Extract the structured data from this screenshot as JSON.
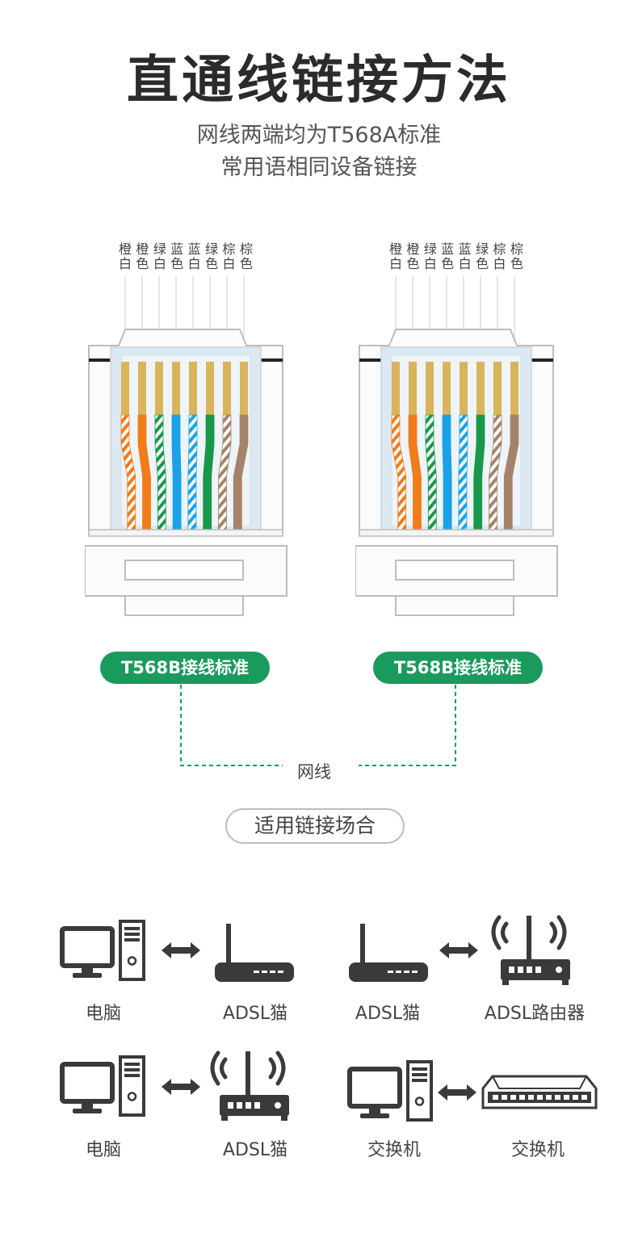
{
  "title": "直通线链接方法",
  "subtitle_lines": [
    "网线两端均为T568A标准",
    "常用语相同设备链接"
  ],
  "connectors": [
    {
      "wire_labels": [
        {
          "top": "橙",
          "bottom": "白"
        },
        {
          "top": "橙",
          "bottom": "色"
        },
        {
          "top": "绿",
          "bottom": "白"
        },
        {
          "top": "蓝",
          "bottom": "色"
        },
        {
          "top": "蓝",
          "bottom": "白"
        },
        {
          "top": "绿",
          "bottom": "色"
        },
        {
          "top": "棕",
          "bottom": "白"
        },
        {
          "top": "棕",
          "bottom": "色"
        }
      ],
      "badge": "T568B接线标准"
    },
    {
      "wire_labels": [
        {
          "top": "橙",
          "bottom": "白"
        },
        {
          "top": "橙",
          "bottom": "色"
        },
        {
          "top": "绿",
          "bottom": "白"
        },
        {
          "top": "蓝",
          "bottom": "色"
        },
        {
          "top": "蓝",
          "bottom": "白"
        },
        {
          "top": "绿",
          "bottom": "色"
        },
        {
          "top": "棕",
          "bottom": "白"
        },
        {
          "top": "棕",
          "bottom": "色"
        }
      ],
      "badge": "T568B接线标准"
    }
  ],
  "cable_label": "网线",
  "scenario_heading": "适用链接场合",
  "scenarios": [
    {
      "left": "电脑",
      "right": "ADSL猫"
    },
    {
      "left": "ADSL猫",
      "right": "ADSL路由器"
    },
    {
      "left": "电脑",
      "right": "ADSL猫"
    },
    {
      "left": "交换机",
      "right": "交换机"
    }
  ],
  "colors": {
    "badge_green": "#1a9a5c",
    "wire_orange": "#f07c1a",
    "wire_green": "#17984a",
    "wire_blue": "#1aa1e6",
    "wire_brown": "#a5836a",
    "pin_gold": "#d9b45a"
  }
}
